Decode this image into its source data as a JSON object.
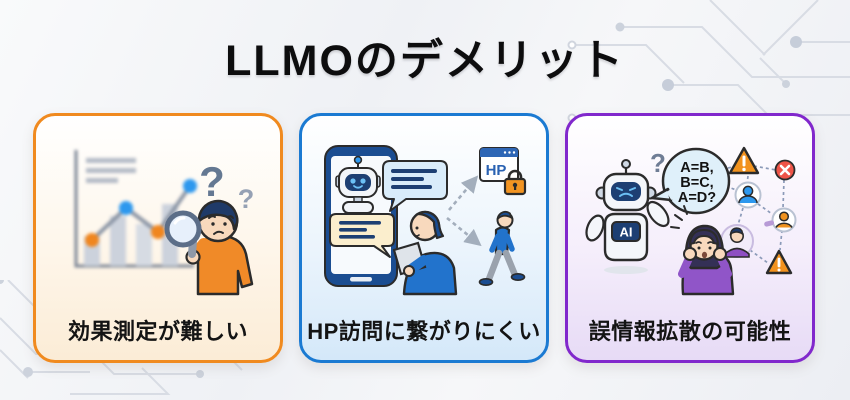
{
  "header": {
    "title": "LLMOのデメリット"
  },
  "cards": [
    {
      "id": "effect-measurement",
      "label": "効果測定が難しい",
      "accent_color": "#f08a1f",
      "question_mark_large": "?",
      "question_mark_small": "?",
      "icons": [
        "blurry-analytics-chart",
        "magnifying-glass-icon",
        "confused-person",
        "question-marks"
      ]
    },
    {
      "id": "hp-visit",
      "label": "HP訪問に繋がりにくい",
      "accent_color": "#1b7ad2",
      "hp_icon_label": "HP",
      "icons": [
        "smartphone",
        "chatbot-robot-icon",
        "speech-bubbles",
        "person-reading-phone",
        "dashed-arrows",
        "hp-website-icon",
        "lock-icon",
        "person-walking-away"
      ]
    },
    {
      "id": "misinformation",
      "label": "誤情報拡散の可能性",
      "accent_color": "#8128cc",
      "ai_badge_label": "AI",
      "question_mark": "?",
      "speech_bubble": {
        "line1": "A=B,",
        "line2": "B=C,",
        "line3": "A=D?"
      },
      "icons": [
        "sad-ai-robot-icon",
        "contradiction-speech-bubble",
        "worried-woman",
        "share-network",
        "warning-triangle-icon",
        "error-cross-icon",
        "user-avatar-icons"
      ]
    }
  ],
  "colors": {
    "background": "#f0f1f5",
    "circuit_line": "#d8dce4",
    "title_text": "#0d0d0e",
    "label_text": "#141414",
    "chart_dot_orange": "#f0861f",
    "chart_dot_blue": "#2d98ee",
    "navy": "#1d3f73",
    "warning_orange": "#f2921e",
    "error_red": "#ee5448",
    "person_blue": "#2273cc",
    "person_orange": "#f08a28",
    "person_purple": "#9055c8"
  }
}
